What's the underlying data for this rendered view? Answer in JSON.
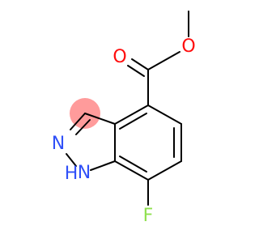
{
  "molecule": {
    "atoms": {
      "O_carbonyl": {
        "symbol": "O",
        "color": "#ff0d0d"
      },
      "O_ester": {
        "symbol": "O",
        "color": "#ff0d0d"
      },
      "N_ring": {
        "symbol": "N",
        "color": "#3050f8"
      },
      "N_H": {
        "symbol": "N",
        "color": "#3050f8"
      },
      "H_on_N": {
        "symbol": "H",
        "color": "#3050f8"
      },
      "F": {
        "symbol": "F",
        "color": "#90e050"
      }
    },
    "highlight_color": "#ff9b9b",
    "bond_color": "#000000"
  }
}
